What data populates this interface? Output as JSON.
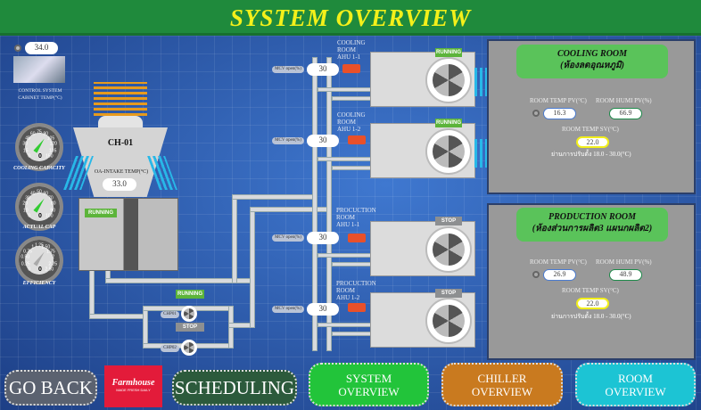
{
  "header": {
    "title": "SYSTEM OVERVIEW"
  },
  "cabinet": {
    "value": "34.0",
    "label1": "CONTROL SYSTEM",
    "label2": "CABINET TEMP(°C)"
  },
  "gauges": [
    {
      "label": "COOLING CAPACITY",
      "unit": "CAPACITY (UNIT)",
      "value": "0",
      "ticks": [
        "0",
        "15",
        "30",
        "45",
        "60",
        "75",
        "90",
        "105",
        "120",
        "135",
        "150"
      ],
      "fraction": 0.45
    },
    {
      "label": "ACTUAL CAP",
      "value": "0",
      "ticks": [
        "0",
        "10",
        "20",
        "30",
        "40",
        "50",
        "60",
        "70",
        "80",
        "90",
        "100"
      ],
      "fraction": 0.45
    },
    {
      "label": "EFFICIENCY",
      "unit": "EFF (UNIT)",
      "value": "0",
      "ticks": [
        "0",
        "0.25",
        "0.50",
        "0.75",
        "1",
        "1.25",
        "1.50",
        "1.75",
        "2",
        "2.25",
        "2.50"
      ],
      "fraction": 0.45
    }
  ],
  "chiller": {
    "name": "CH-01",
    "oa_label": "OA-INTAKE TEMP(°C)",
    "oa_value": "33.0",
    "status": "RUNNING"
  },
  "pumps": [
    {
      "name": "CHP01",
      "status": "RUNNING"
    },
    {
      "name": "CHP02",
      "status": "STOP"
    }
  ],
  "ahus": [
    {
      "label1": "COOLING ROOM",
      "label2": "AHU 1-1",
      "status": "RUNNING",
      "mcv_label": "MCV open(%)",
      "mcv": "30"
    },
    {
      "label1": "COOLING ROOM",
      "label2": "AHU 1-2",
      "status": "RUNNING",
      "mcv_label": "MCV open(%)",
      "mcv": "30"
    },
    {
      "label1": "PROCUCTION ROOM",
      "label2": "AHU 1-1",
      "status": "STOP",
      "mcv_label": "MCV open(%)",
      "mcv": "30"
    },
    {
      "label1": "PROCUCTION ROOM",
      "label2": "AHU 1-2",
      "status": "STOP",
      "mcv_label": "MCV open(%)",
      "mcv": "30"
    }
  ],
  "rooms": [
    {
      "title1": "COOLING ROOM",
      "title2": "(ห้องลดอุณหภูมิ)",
      "temp_label": "ROOM TEMP PV(°C)",
      "temp": "16.3",
      "humi_label": "ROOM HUMI PV(%)",
      "humi": "66.9",
      "sv_label": "ROOM TEMP SV(°C)",
      "sv": "22.0",
      "range": "ย่านการปรับตั้ง 18.0 - 30.0(°C)"
    },
    {
      "title1": "PRODUCTION ROOM",
      "title2": "(ห้องส่วนการผลิต3 แผนกผลิต2)",
      "temp_label": "ROOM TEMP PV(°C)",
      "temp": "26.9",
      "humi_label": "ROOM HUMI PV(%)",
      "humi": "48.9",
      "sv_label": "ROOM TEMP SV(°C)",
      "sv": "22.0",
      "range": "ย่านการปรับตั้ง 18.0 - 30.0(°C)"
    }
  ],
  "nav": {
    "go_back": "GO BACK",
    "logo": "Farmhouse",
    "logo_sub": "MADE FRESH DAILY",
    "scheduling": "SCHEDULING",
    "system1": "SYSTEM",
    "system2": "OVERVIEW",
    "chiller1": "CHILLER",
    "chiller2": "OVERVIEW",
    "room1": "ROOM",
    "room2": "OVERVIEW"
  },
  "colors": {
    "header": "#1f8a3c",
    "title": "#f4f01a",
    "running": "#5cb43a",
    "stop": "#8d8f91",
    "system_btn": "#22c43a",
    "chiller_btn": "#c97a1f",
    "room_btn": "#1cc4d4"
  }
}
